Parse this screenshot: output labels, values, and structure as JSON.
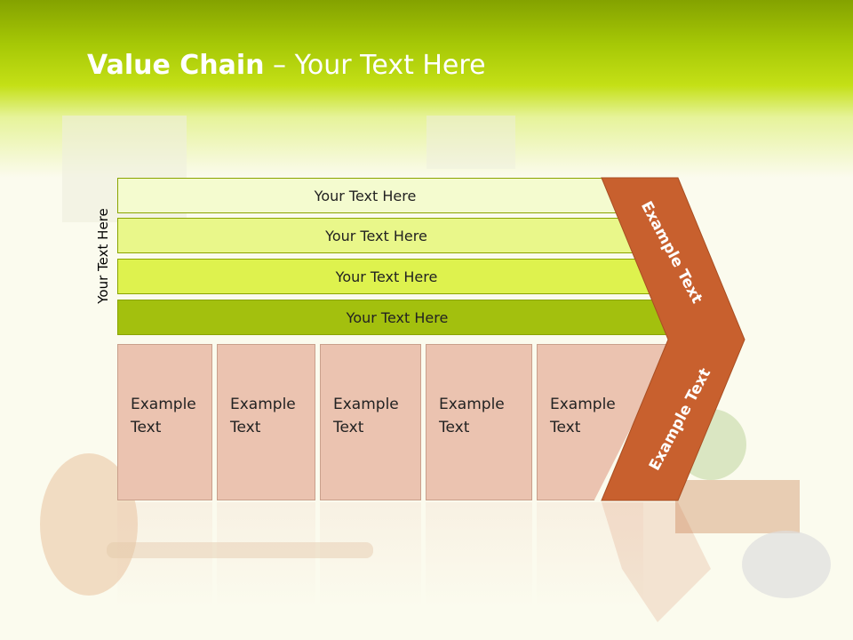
{
  "slide": {
    "title_bold": "Value Chain",
    "title_rest": " – Your Text Here",
    "side_label": "Your Text Here",
    "bars": [
      {
        "label": "Your Text Here",
        "color": "#f4fbcf"
      },
      {
        "label": "Your Text Here",
        "color": "#e9f78a"
      },
      {
        "label": "Your Text Here",
        "color": "#def24e"
      },
      {
        "label": "Your Text Here",
        "color": "#a3c00e"
      }
    ],
    "boxes": [
      {
        "line1": "Example",
        "line2": "Text"
      },
      {
        "line1": "Example",
        "line2": "Text"
      },
      {
        "line1": "Example",
        "line2": "Text"
      },
      {
        "line1": "Example",
        "line2": "Text"
      },
      {
        "line1": "Example",
        "line2": "Text"
      }
    ],
    "chevron_upper": "Example Text",
    "chevron_lower": "Example Text",
    "colors": {
      "chevron": "#c8602e",
      "box": "#ebc3b0",
      "header": "#a6c806"
    }
  }
}
